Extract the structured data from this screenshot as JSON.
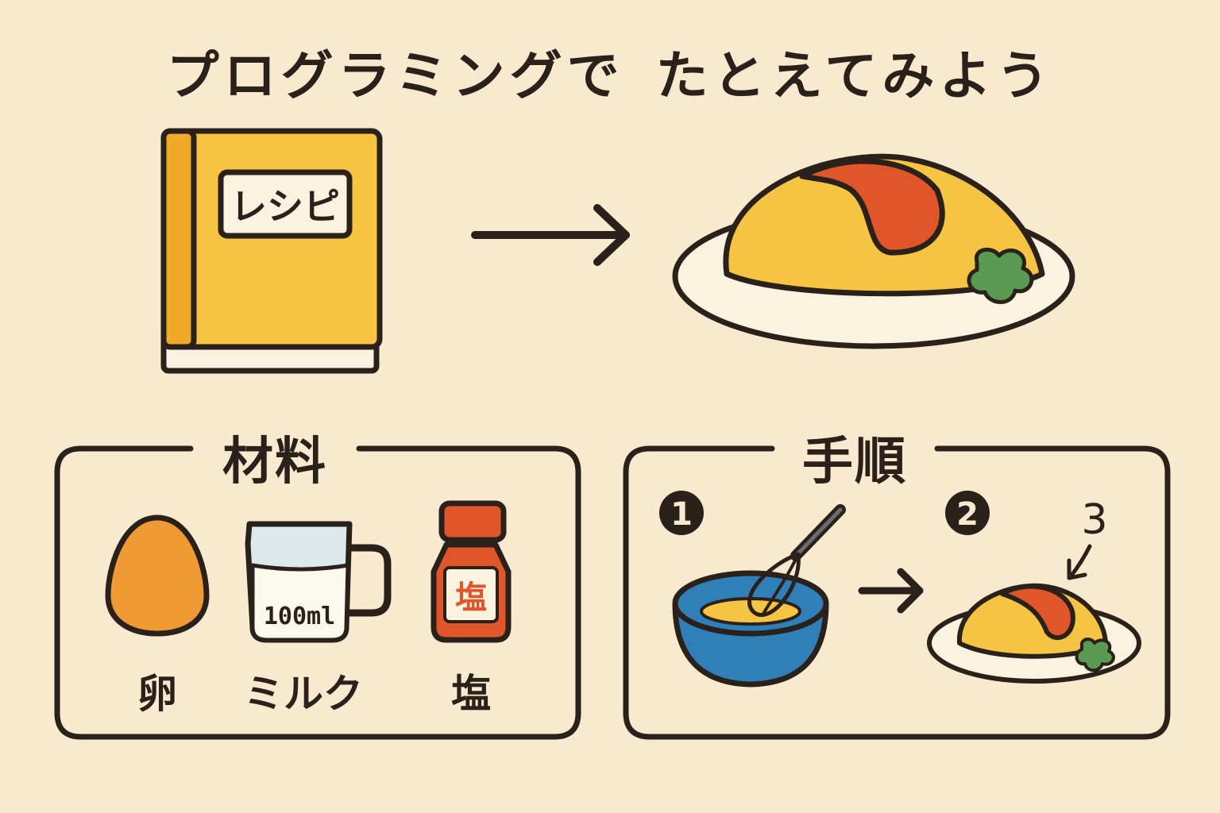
{
  "title": {
    "part1": "プログラミングで",
    "part2": "たとえてみよう"
  },
  "recipe_book": {
    "label": "レシピ"
  },
  "ingredients": {
    "heading": "材料",
    "items": [
      {
        "name": "卵",
        "icon": "egg-icon"
      },
      {
        "name": "ミルク",
        "icon": "measuring-cup-icon",
        "amount": "100ml"
      },
      {
        "name": "塩",
        "icon": "salt-shaker-icon",
        "bottle_label": "塩"
      }
    ]
  },
  "steps": {
    "heading": "手順",
    "step_numbers": [
      "1",
      "2",
      "3"
    ]
  },
  "colors": {
    "background": "#f8e9cf",
    "outline": "#2b211b",
    "book": "#f7c441",
    "omelet": "#f6c443",
    "ketchup": "#e0552a",
    "parsley": "#5b9a52",
    "egg": "#f09a36",
    "bowl": "#2f7fb8"
  }
}
